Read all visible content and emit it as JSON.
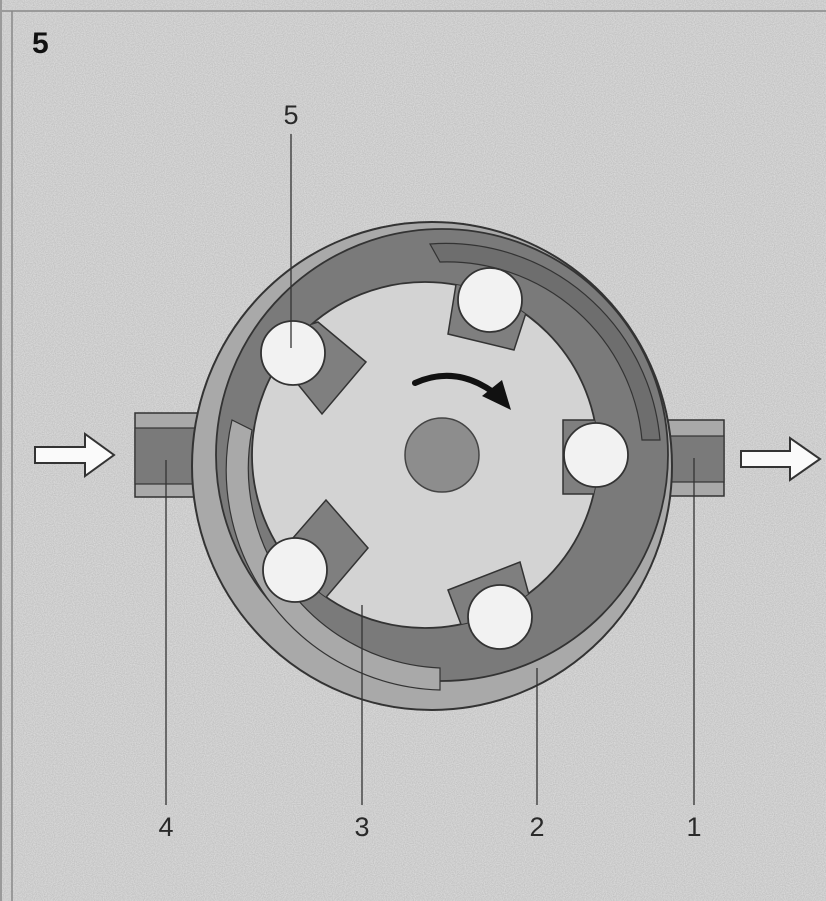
{
  "figure": {
    "number": "5"
  },
  "labels": [
    {
      "id": "outlet",
      "text": "1"
    },
    {
      "id": "housing",
      "text": "2"
    },
    {
      "id": "rotor",
      "text": "3"
    },
    {
      "id": "inlet",
      "text": "4"
    },
    {
      "id": "roller",
      "text": "5"
    }
  ],
  "icons": {
    "inlet_flow": "arrow-right-icon",
    "outlet_flow": "arrow-right-icon",
    "rotation": "curved-arrow-clockwise-icon"
  },
  "colors": {
    "background": "#e2e2e2",
    "housing": "#a9a9a9",
    "chamber": "#7a7a7a",
    "rotor": "#d3d3d3",
    "hub": "#8d8d8d",
    "roller": "#f2f2f2",
    "roller_pocket": "#7f7f7f",
    "outline": "#333333"
  }
}
